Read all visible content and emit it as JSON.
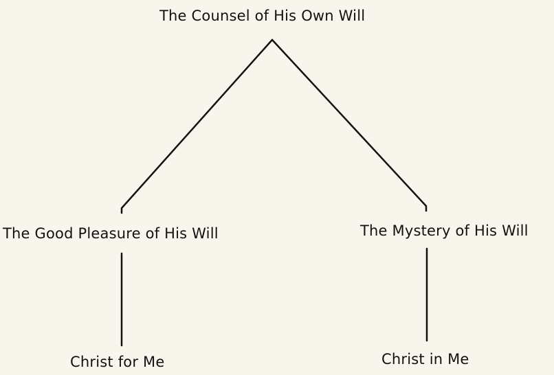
{
  "diagram": {
    "root": {
      "label": "The Counsel of His Own Will"
    },
    "branches": [
      {
        "label": "The Good Pleasure of His Will",
        "child": {
          "label": "Christ for Me"
        }
      },
      {
        "label": "The Mystery of His Will",
        "child": {
          "label": "Christ in Me"
        }
      }
    ],
    "colors": {
      "background": "#f8f6ec",
      "ink": "#111111"
    }
  }
}
